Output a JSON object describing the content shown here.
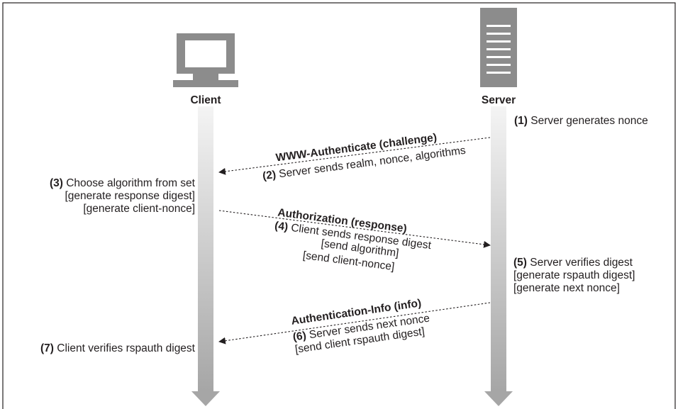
{
  "actors": {
    "client": "Client",
    "server": "Server"
  },
  "steps": [
    {
      "num": "(1)",
      "text": "Server generates nonce",
      "extra": []
    },
    {
      "num": "(2)",
      "text": "Server sends realm, nonce, algorithms",
      "extra": []
    },
    {
      "num": "(3)",
      "text": "Choose algorithm from set",
      "extra": [
        "[generate response digest]",
        "[generate client-nonce]"
      ]
    },
    {
      "num": "(4)",
      "text": "Client sends response digest",
      "extra": [
        "[send algorithm]",
        "[send client-nonce]"
      ]
    },
    {
      "num": "(5)",
      "text": "Server verifies digest",
      "extra": [
        "[generate rspauth digest]",
        "[generate next nonce]"
      ]
    },
    {
      "num": "(6)",
      "text": "Server sends next nonce",
      "extra": [
        "[send client rspauth digest]"
      ]
    },
    {
      "num": "(7)",
      "text": "Client verifies rspauth digest",
      "extra": []
    }
  ],
  "messages": {
    "challenge": "WWW-Authenticate (challenge)",
    "response": "Authorization (response)",
    "info": "Authentication-Info (info)"
  },
  "colors": {
    "ink": "#231f20",
    "icon_gray": "#8c8c8c",
    "lifeline_top": "#f2f2f2",
    "lifeline_bottom": "#a8a8a8"
  }
}
